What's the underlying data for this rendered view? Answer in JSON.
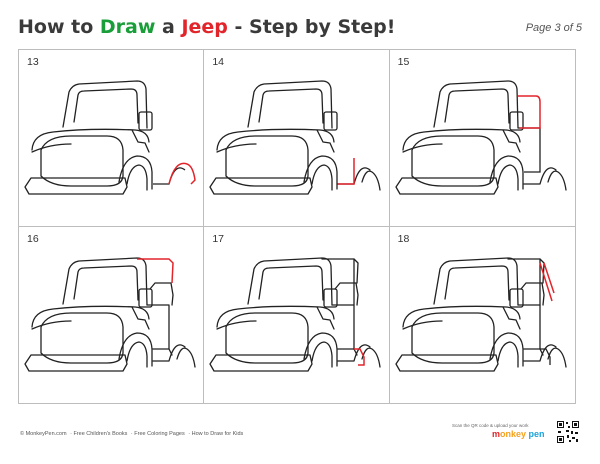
{
  "header": {
    "title_part1": "How to ",
    "title_draw": "Draw",
    "title_part2": " a ",
    "title_jeep": "Jeep",
    "title_part3": " - Step by Step!",
    "page": "Page 3 of 5"
  },
  "steps": [
    {
      "number": "13"
    },
    {
      "number": "14"
    },
    {
      "number": "15"
    },
    {
      "number": "16"
    },
    {
      "number": "17"
    },
    {
      "number": "18"
    }
  ],
  "colors": {
    "green": "#1a9e3a",
    "red": "#e2252b",
    "stroke": "#222222"
  },
  "footer": {
    "copyright": "© MonkeyPen.com",
    "links": [
      "Free Children's Books",
      "Free Coloring Pages",
      "How to Draw for Kids"
    ],
    "qr_caption": "Scan the QR code & upload your work",
    "brand_part1": "m",
    "brand_part2": "onkey",
    "brand_part3": " pen"
  }
}
